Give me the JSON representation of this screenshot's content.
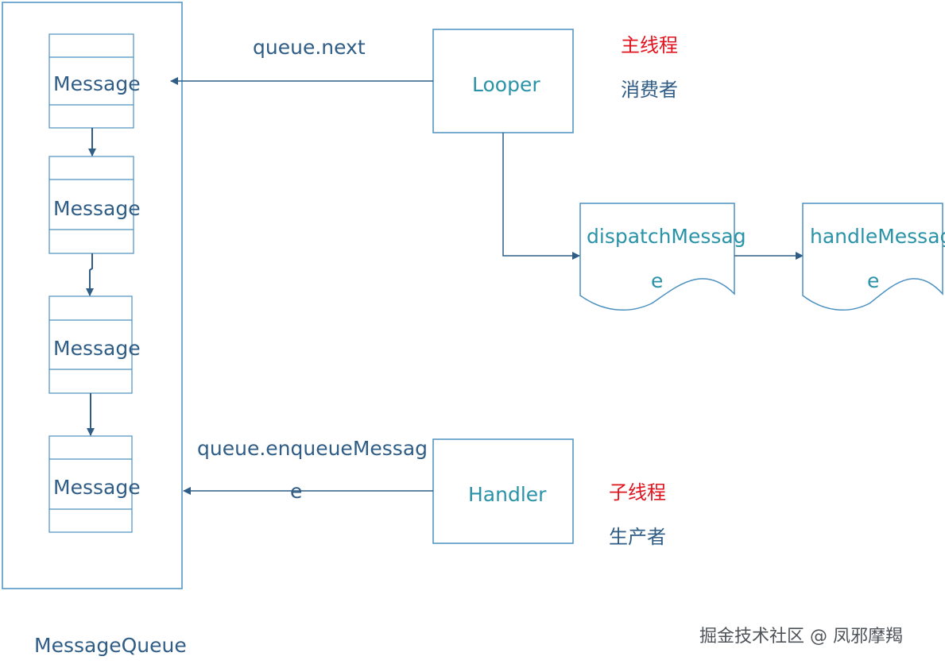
{
  "queue": {
    "title": "MessageQueue",
    "messages": [
      "Message",
      "Message",
      "Message",
      "Message"
    ]
  },
  "looper": {
    "label": "Looper"
  },
  "handler": {
    "label": "Handler"
  },
  "edges": {
    "next_label": "queue.next",
    "enqueue_label_line1": "queue.enqueueMessag",
    "enqueue_label_line2": "e"
  },
  "dispatch": {
    "line1": "dispatchMessag",
    "line2": "e"
  },
  "handle": {
    "line1": "handleMessag",
    "line2": "e"
  },
  "main_thread": {
    "title": "主线程",
    "role": "消费者"
  },
  "sub_thread": {
    "title": "子线程",
    "role": "生产者"
  },
  "watermark": "掘金技术社区 @ 凤邪摩羯",
  "colors": {
    "stroke": "#2f5d86",
    "teal_text": "#2a93a8",
    "red_text": "#e0141e"
  }
}
